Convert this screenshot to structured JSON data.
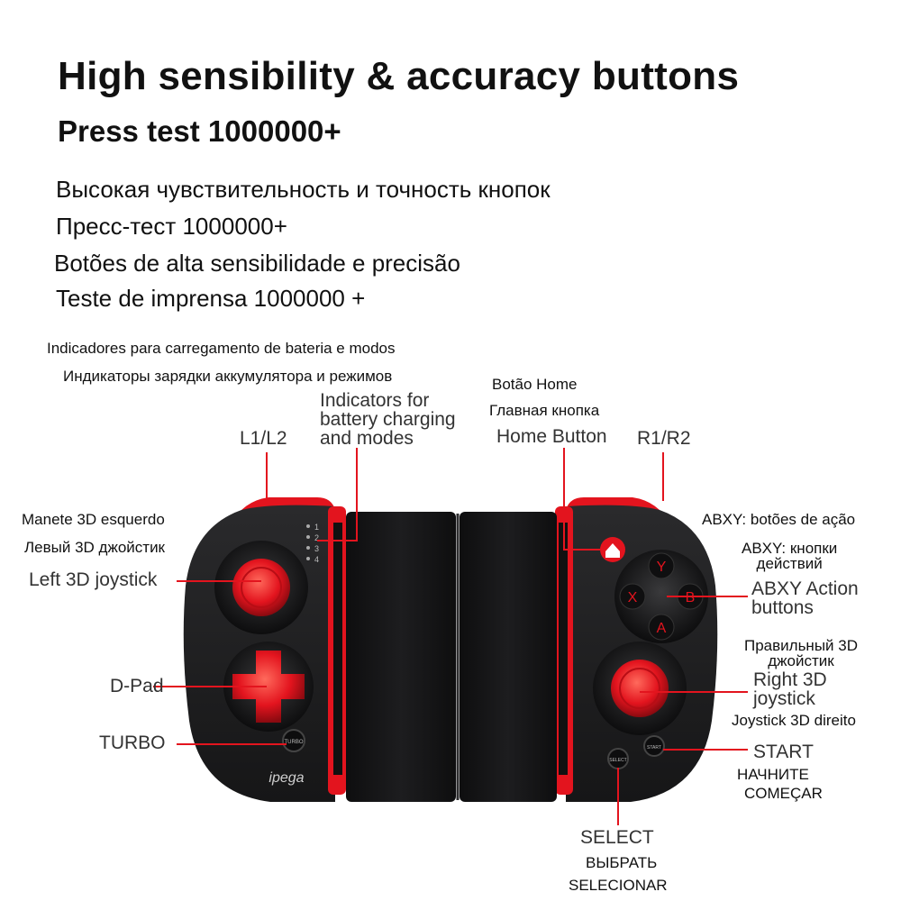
{
  "headline": {
    "title": "High sensibility & accuracy buttons",
    "subtitle": "Press test 1000000+"
  },
  "translations": {
    "ru_line1": "Высокая чувствительность и точность кнопок",
    "ru_line2": "Пресс-тест 1000000+",
    "pt_line1": "Botões de alta sensibilidade e precisão",
    "pt_line2": "Teste de imprensa 1000000 +"
  },
  "callouts": {
    "indicators_pt": "Indicadores para carregamento de bateria e modos",
    "indicators_ru": "Индикаторы зарядки аккумулятора и режимов",
    "indicators_en_1": "Indicators for",
    "indicators_en_2": "battery charging",
    "indicators_en_3": "and modes",
    "home_pt": "Botão Home",
    "home_ru": "Главная кнопка",
    "home_en": "Home Button",
    "l1l2": "L1/L2",
    "r1r2": "R1/R2",
    "left_joy_pt": "Manete 3D esquerdo",
    "left_joy_ru": "Левый 3D джойстик",
    "left_joy_en": "Left 3D joystick",
    "dpad": "D-Pad",
    "turbo": "TURBO",
    "abxy_pt": "ABXY: botões de ação",
    "abxy_ru_1": "ABXY: кнопки",
    "abxy_ru_2": "действий",
    "abxy_en_1": "ABXY Action",
    "abxy_en_2": "buttons",
    "right_joy_ru_1": "Правильный 3D",
    "right_joy_ru_2": "джойстик",
    "right_joy_en_1": "Right 3D",
    "right_joy_en_2": "joystick",
    "right_joy_pt": "Joystick 3D direito",
    "start_en": "START",
    "start_ru": "НАЧНИТЕ",
    "start_pt": "COMEÇAR",
    "select_en": "SELECT",
    "select_ru": "ВЫБРАТЬ",
    "select_pt": "SELECIONAR"
  },
  "controller": {
    "indicator_numbers": [
      "1",
      "2",
      "3",
      "4"
    ],
    "face_buttons": {
      "y": "Y",
      "x": "X",
      "b": "B",
      "a": "A"
    },
    "turbo_button_text": "TURBO",
    "select_button_text": "SELECT",
    "start_button_text": "START",
    "brand": "ipega"
  },
  "colors": {
    "accent_red": "#e3141e",
    "body_black": "#1c1c1e",
    "callout_line": "#e3141e"
  }
}
